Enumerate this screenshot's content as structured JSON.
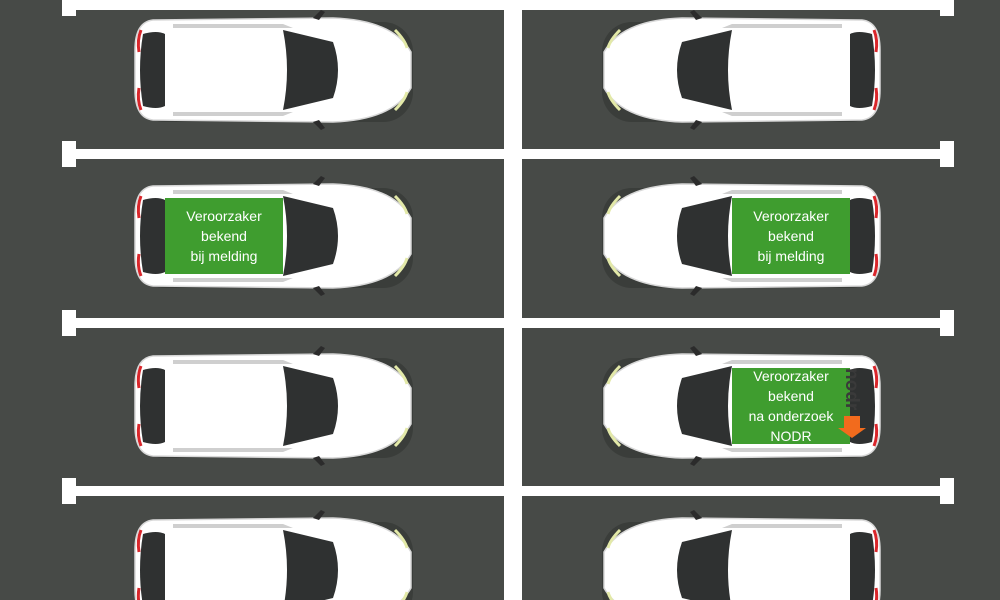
{
  "parking_lot": {
    "left_column": [
      {
        "highlighted": false,
        "label_lines": []
      },
      {
        "highlighted": true,
        "label_lines": [
          "Veroorzaker",
          "bekend",
          "bij melding"
        ]
      },
      {
        "highlighted": false,
        "label_lines": []
      },
      {
        "highlighted": false,
        "label_lines": []
      }
    ],
    "right_column": [
      {
        "highlighted": false,
        "label_lines": []
      },
      {
        "highlighted": true,
        "label_lines": [
          "Veroorzaker",
          "bekend",
          "bij melding"
        ]
      },
      {
        "highlighted": true,
        "label_lines": [
          "Veroorzaker",
          "bekend",
          "na onderzoek",
          "NODR"
        ],
        "logo_text": "nodr"
      },
      {
        "highlighted": false,
        "label_lines": []
      }
    ]
  },
  "colors": {
    "asphalt": "#474a47",
    "lines": "#ffffff",
    "car_body": "#ffffff",
    "glass": "#2f3131",
    "label_background": "#3f9d2f",
    "tail_light": "#d9262b",
    "logo_orange": "#f26b1d"
  },
  "icons": [
    "car-icon",
    "nodr-logo-icon"
  ]
}
